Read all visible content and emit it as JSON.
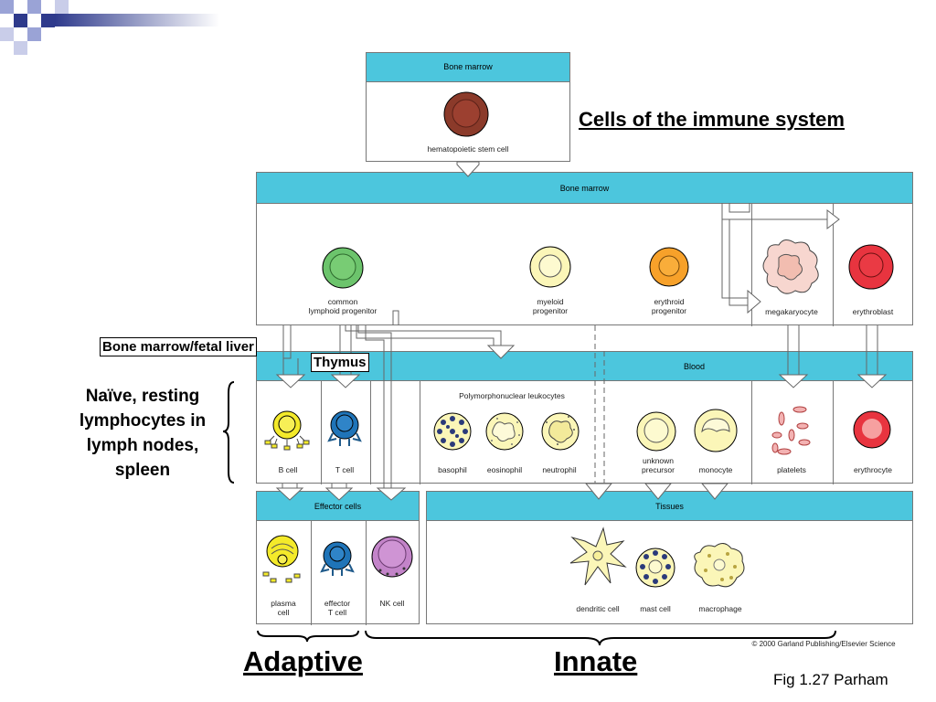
{
  "title": "Cells of the immune system",
  "credit": "Fig 1.27 Parham",
  "copyright": "© 2000 Garland Publishing/Elsevier Science",
  "annotations": {
    "bone_marrow_fetal_liver": "Bone marrow/fetal liver",
    "thymus": "Thymus",
    "naive_lymphocytes": [
      "Naïve, resting",
      "lymphocytes in",
      "lymph nodes,",
      "spleen"
    ],
    "adaptive": "Adaptive",
    "innate": "Innate"
  },
  "panels": {
    "bone_marrow_top": {
      "header": "Bone marrow",
      "cells": [
        {
          "label": [
            "hematopoietic stem cell"
          ]
        }
      ]
    },
    "bone_marrow": {
      "header": "Bone marrow",
      "cells": [
        {
          "label": [
            "common",
            "lymphoid progenitor"
          ]
        },
        {
          "label": [
            "myeloid",
            "progenitor"
          ]
        },
        {
          "label": [
            "erythroid",
            "progenitor"
          ]
        },
        {
          "label": [
            "megakaryocyte"
          ]
        },
        {
          "label": [
            "erythroblast"
          ]
        }
      ]
    },
    "blood": {
      "header": "Blood",
      "subheader": "Polymorphonuclear leukocytes",
      "cells": [
        {
          "label": [
            "B cell"
          ]
        },
        {
          "label": [
            "T cell"
          ]
        },
        {
          "label": [
            "basophil"
          ]
        },
        {
          "label": [
            "eosinophil"
          ]
        },
        {
          "label": [
            "neutrophil"
          ]
        },
        {
          "label": [
            "unknown",
            "precursor"
          ]
        },
        {
          "label": [
            "monocyte"
          ]
        },
        {
          "label": [
            "platelets"
          ]
        },
        {
          "label": [
            "erythrocyte"
          ]
        }
      ]
    },
    "effector": {
      "header": "Effector cells",
      "cells": [
        {
          "label": [
            "plasma",
            "cell"
          ]
        },
        {
          "label": [
            "effector",
            "T cell"
          ]
        },
        {
          "label": [
            "NK cell"
          ]
        }
      ]
    },
    "tissues": {
      "header": "Tissues",
      "cells": [
        {
          "label": [
            "dendritic cell"
          ]
        },
        {
          "label": [
            "mast cell"
          ]
        },
        {
          "label": [
            "macrophage"
          ]
        }
      ]
    }
  },
  "colors": {
    "header": "#4cc6dd",
    "stem_cell": "#8b3a2a",
    "lymphoid": "#6cc46c",
    "myeloid": "#fbf6b8",
    "erythroid": "#f7a12a",
    "erythroblast": "#e8343f",
    "b_cell": "#f4ea2a",
    "t_cell": "#1f74b8",
    "nk_cell": "#c384c9"
  },
  "icons": [
    "stem-cell-icon",
    "lymphoid-progenitor-icon",
    "myeloid-progenitor-icon",
    "erythroid-progenitor-icon",
    "megakaryocyte-icon",
    "erythroblast-icon",
    "b-cell-icon",
    "t-cell-icon",
    "basophil-icon",
    "eosinophil-icon",
    "neutrophil-icon",
    "unknown-precursor-icon",
    "monocyte-icon",
    "platelets-icon",
    "erythrocyte-icon",
    "plasma-cell-icon",
    "effector-t-cell-icon",
    "nk-cell-icon",
    "dendritic-cell-icon",
    "mast-cell-icon",
    "macrophage-icon"
  ]
}
